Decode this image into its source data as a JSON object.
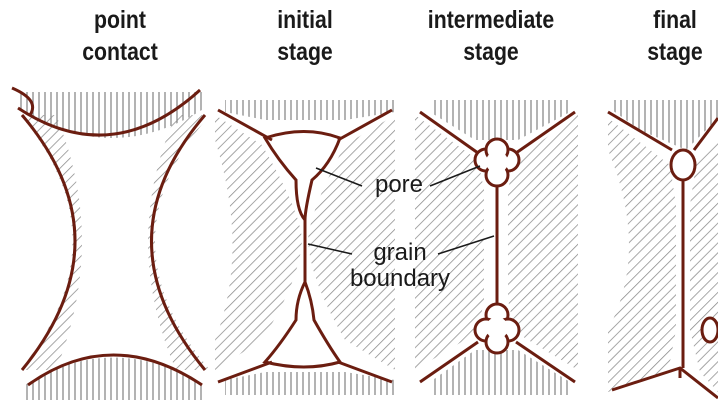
{
  "stages": [
    {
      "title": "point\ncontact"
    },
    {
      "title": "initial\nstage"
    },
    {
      "title": "intermediate\nstage"
    },
    {
      "title": "final\nstage"
    }
  ],
  "labels": {
    "pore": "pore",
    "grain_boundary": "grain\nboundary"
  },
  "colors": {
    "outline": "#6b1d10",
    "hatch": "#8a8a8a",
    "text": "#1a1a1a"
  }
}
